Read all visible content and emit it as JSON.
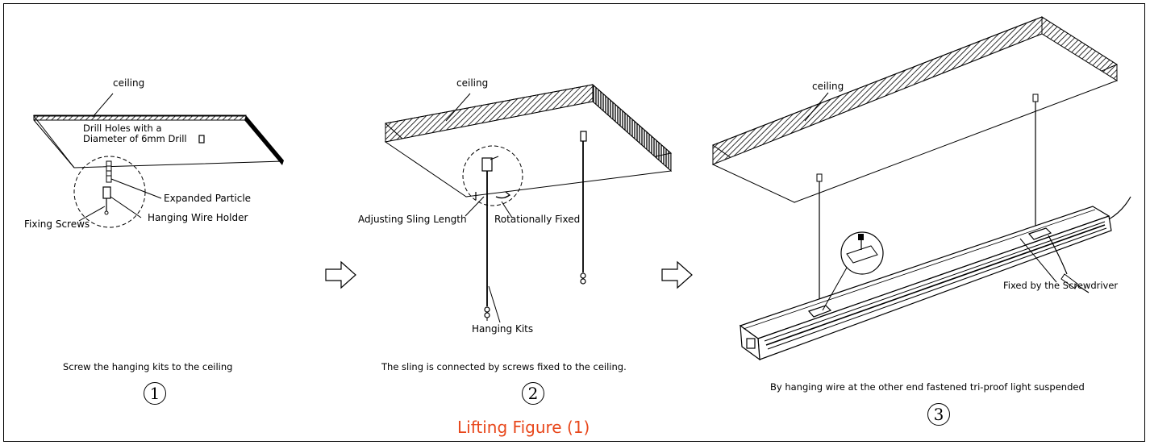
{
  "colors": {
    "title": "#e8471b",
    "line": "#000000",
    "background": "#ffffff"
  },
  "title": "Lifting Figure (1)",
  "steps": [
    {
      "number": "1",
      "caption": "Screw the hanging kits to the ceiling",
      "labels": {
        "ceiling": "ceiling",
        "drill_line1": "Drill Holes with a",
        "drill_line2": "Diameter of 6mm Drill",
        "expanded_particle": "Expanded Particle",
        "fixing_screws": "Fixing Screws",
        "hanging_wire_holder": "Hanging Wire Holder"
      }
    },
    {
      "number": "2",
      "caption": "The sling is connected by screws fixed to the ceiling.",
      "labels": {
        "ceiling": "ceiling",
        "adjusting_sling_length": "Adjusting Sling Length",
        "rotationally_fixed": "Rotationally Fixed",
        "hanging_kits": "Hanging Kits"
      }
    },
    {
      "number": "3",
      "caption": "By hanging wire at the other end fastened tri-proof light suspended",
      "labels": {
        "ceiling": "ceiling",
        "fixed_by_screwdriver": "Fixed by the Screwdriver"
      }
    }
  ],
  "icons": [
    "arrow-right-icon",
    "arrow-right-icon"
  ]
}
